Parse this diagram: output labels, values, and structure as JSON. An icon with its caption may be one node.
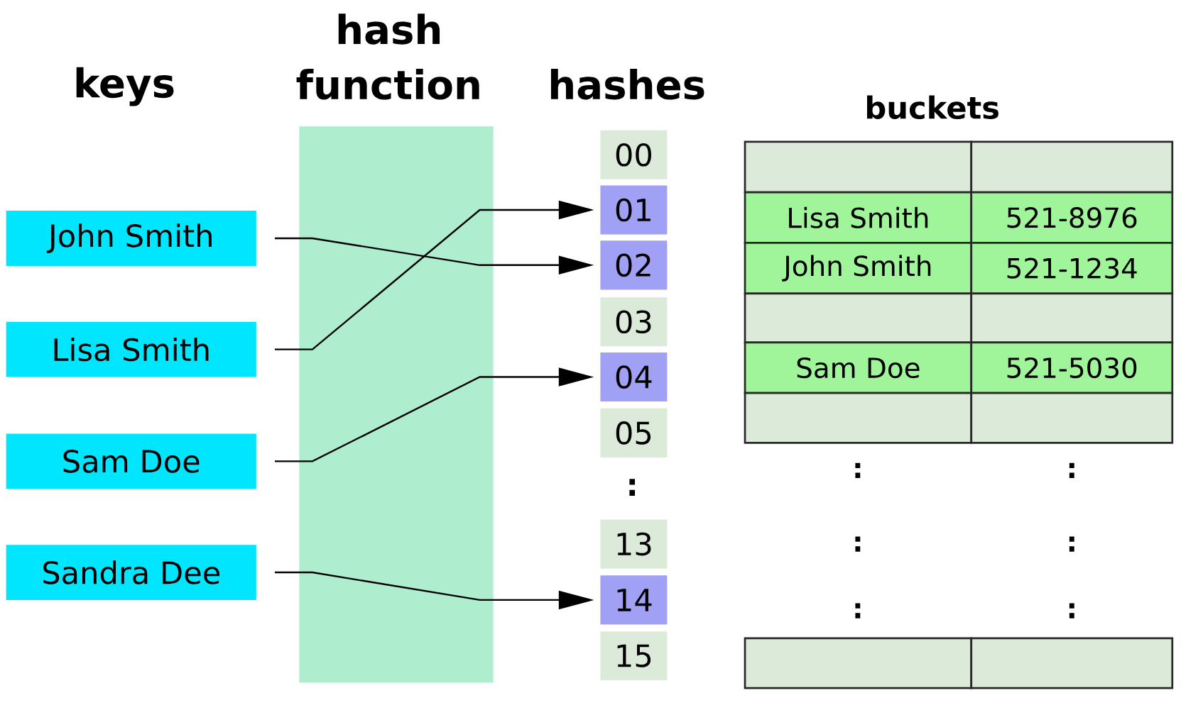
{
  "diagram": {
    "nodes": [
      {
        "text": [
          "John Smith"
        ]
      },
      {
        "text": [
          "Lisa Smith"
        ]
      },
      {
        "text": [
          "Sam Doe"
        ]
      },
      {
        "text": [
          "Sandra Dee"
        ]
      },
      {
        "text": [
          "00"
        ]
      },
      {
        "text": [
          "01"
        ]
      },
      {
        "text": [
          "02"
        ]
      },
      {
        "text": [
          "03"
        ]
      },
      {
        "text": [
          "04"
        ]
      },
      {
        "text": [
          "05"
        ]
      },
      {
        "text": [
          "13"
        ]
      },
      {
        "text": [
          "14"
        ]
      },
      {
        "text": [
          "15"
        ]
      }
    ],
    "edges": [
      {
        "from": 0,
        "to": 6,
        "arrow": "to"
      },
      {
        "from": 1,
        "to": 5,
        "arrow": "to"
      },
      {
        "from": 2,
        "to": 8,
        "arrow": "to"
      },
      {
        "from": 3,
        "to": 11,
        "arrow": "to"
      }
    ],
    "labels": [
      "hash function",
      "keys",
      "hashes",
      "buckets",
      ":",
      "Lisa Smith",
      "521-8976",
      "John Smith",
      "521-1234",
      "Sam Doe",
      "521-5030",
      ":",
      ":",
      ":",
      ":",
      ":",
      ":"
    ]
  }
}
